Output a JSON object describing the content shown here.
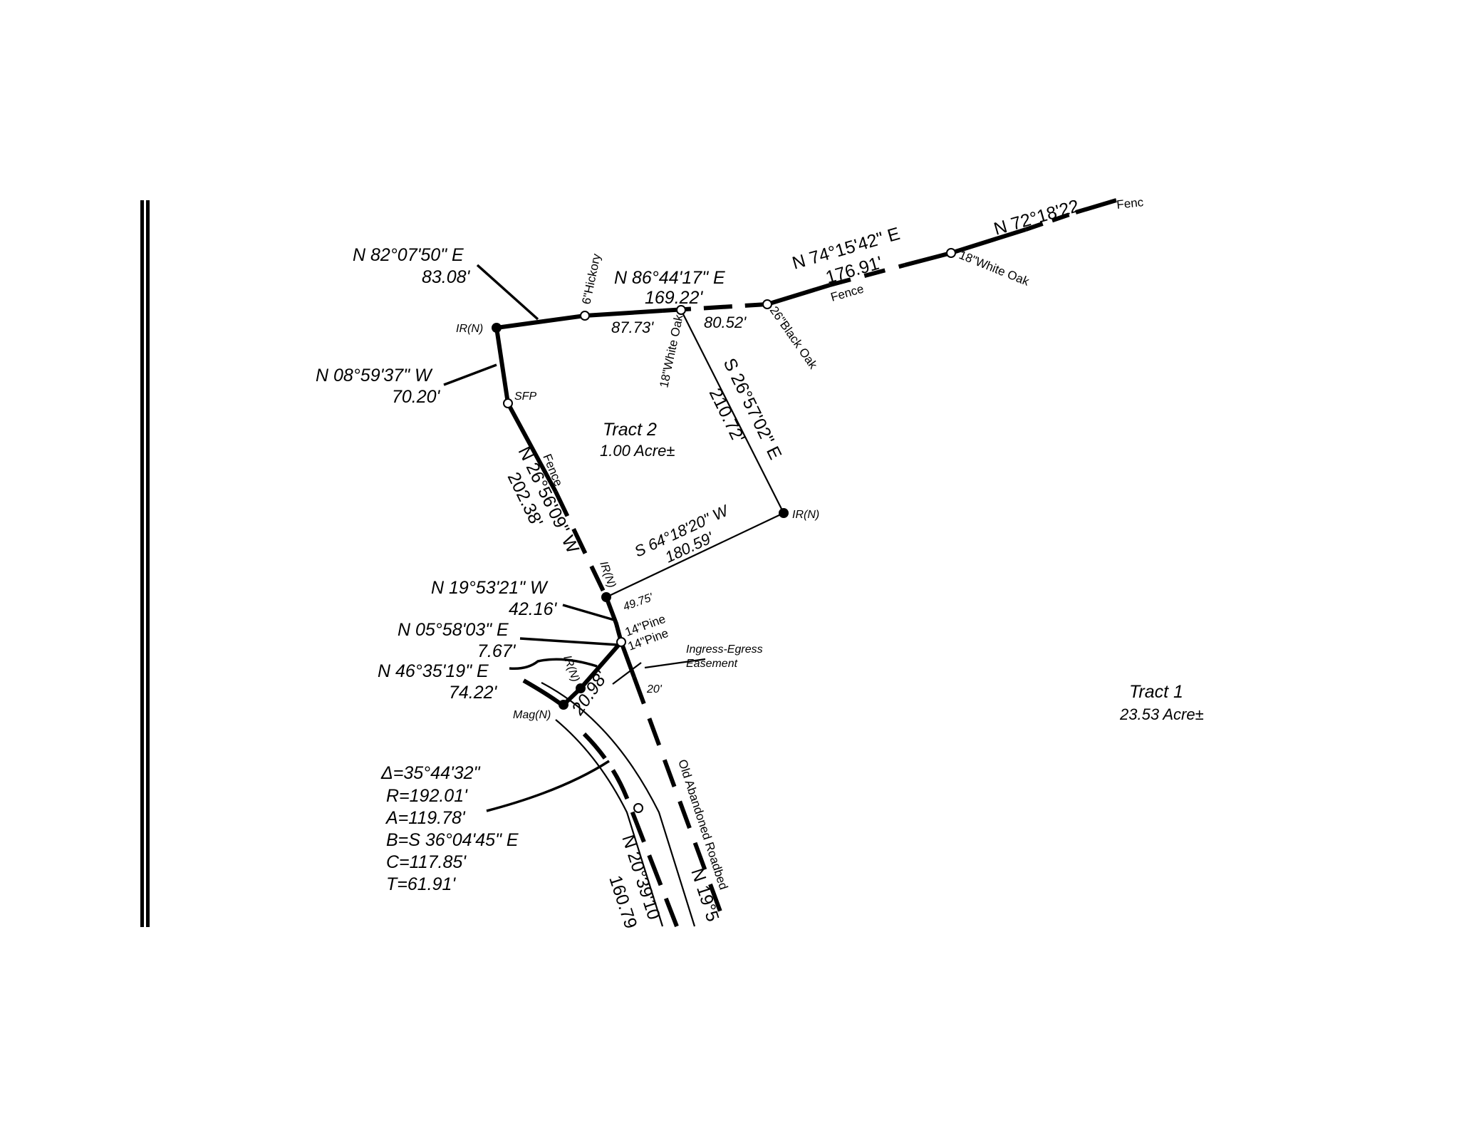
{
  "labels": {
    "call_n82": "N 82°07'50\" E",
    "call_n82_dist": "83.08'",
    "call_n86": "N 86°44'17\" E",
    "call_n86_dist": "169.22'",
    "seg_87": "87.73'",
    "seg_80": "80.52'",
    "call_n74": "N 74°15'42\" E",
    "call_n74_dist": "176.91'",
    "call_n72": "N 72°18'22",
    "call_n08": "N 08°59'37\" W",
    "call_n08_dist": "70.20'",
    "call_s26": "S 26°57'02\" E",
    "call_s26_dist": "210.72'",
    "call_n26": "N 26°56'09\" W",
    "call_n26_dist": "202.38'",
    "call_s64": "S 64°18'20\" W",
    "call_s64_dist": "180.59'",
    "call_n19": "N 19°53'21\" W",
    "call_n19_dist": "42.16'",
    "call_n05": "N 05°58'03\" E",
    "call_n05_dist": "7.67'",
    "call_n46": "N 46°35'19\" E",
    "call_n46_dist": "74.22'",
    "seg_49": "49.75'",
    "seg_20_98": "20.98'",
    "seg_20": "20'",
    "call_n20": "N 20°39'10",
    "call_n20_dist": "160.79",
    "call_n19b": "N 19°5"
  },
  "points": {
    "ir_n": "IR(N)",
    "sfp": "SFP",
    "mag_n": "Mag(N)",
    "hickory": "6\"Hickory",
    "white_oak_1": "18\"White Oak",
    "black_oak": "26\"Black Oak",
    "white_oak_2": "18\"White Oak",
    "pine_1": "14\"Pine",
    "pine_2": "14\"Pine",
    "fence": "Fence",
    "fence_cut": "Fenc"
  },
  "tracts": {
    "tract2_name": "Tract 2",
    "tract2_area": "1.00 Acre±",
    "tract1_name": "Tract 1",
    "tract1_area": "23.53 Acre±"
  },
  "easement": {
    "line1": "Ingress-Egress",
    "line2": "Easement"
  },
  "roadbed": "Old Abandoned Roadbed",
  "curve": {
    "delta": "Δ=35°44'32\"",
    "radius": "R=192.01'",
    "arc": "A=119.78'",
    "bearing": "B=S 36°04'45\" E",
    "chord": "C=117.85'",
    "tangent": "T=61.91'"
  }
}
